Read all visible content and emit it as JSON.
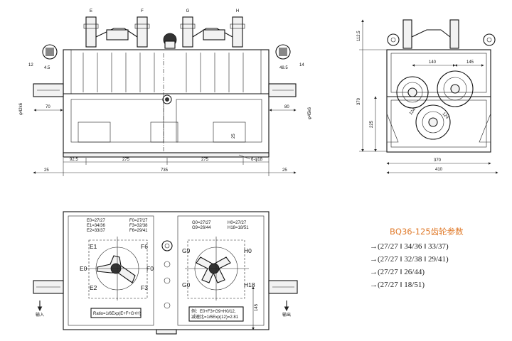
{
  "top_view": {
    "shift_labels": [
      "E",
      "F",
      "G",
      "H"
    ],
    "dims": {
      "d_12": "12",
      "d_45": "4.5",
      "d_48_5": "48.5",
      "d_14": "14",
      "d_phi42": "φ42k6",
      "d_70": "70",
      "d_80": "80",
      "d_phi45": "φ45k6",
      "d_25v": "25",
      "d_6phi18": "6-φ18",
      "d_92_5": "92.5",
      "d_275a": "275",
      "d_275b": "275",
      "d_25l": "25",
      "d_735": "735",
      "d_25r": "25"
    }
  },
  "side_view": {
    "dims": {
      "d_112_5": "112.5",
      "d_140": "140",
      "d_145": "145",
      "d_370v": "370",
      "d_225": "225",
      "d_124a": "124",
      "d_124b": "124",
      "d_370h": "370",
      "d_410": "410"
    }
  },
  "plan_view": {
    "left_table": {
      "c1": [
        "E0=27/27",
        "E1=34/36",
        "E2=33/37"
      ],
      "c2": [
        "F0=27/27",
        "F3=32/38",
        "F6=29/41"
      ]
    },
    "right_table": {
      "c1": [
        "G0=27/27",
        "G9=26/44"
      ],
      "c2": [
        "H0=27/27",
        "H18=18/51"
      ]
    },
    "left_positions": {
      "e1": "E1",
      "e0": "E0",
      "e2": "E2",
      "f6": "F6",
      "f0": "F0",
      "f3": "F3"
    },
    "right_positions": {
      "g9": "G9",
      "g0": "G0",
      "h0": "H0",
      "h18": "H18"
    },
    "ratio_left": "Ratio=1/6Exp(E+F+G+H)",
    "ratio_right_1": "例：E0+F3+G9+H0/12,",
    "ratio_right_2": "减速比=1/6Exp(12)=2.81",
    "input_label": "输入",
    "output_label": "输出",
    "dim_145": "145"
  },
  "params": {
    "title": "BQ36-125齿轮参数",
    "rows": [
      "→(27/27 ‖ 34/36 ‖ 33/37)",
      "→(27/27 ‖ 32/38 ‖ 29/41)",
      "→(27/27 ‖ 26/44)",
      "→(27/27 ‖ 18/51)"
    ]
  }
}
